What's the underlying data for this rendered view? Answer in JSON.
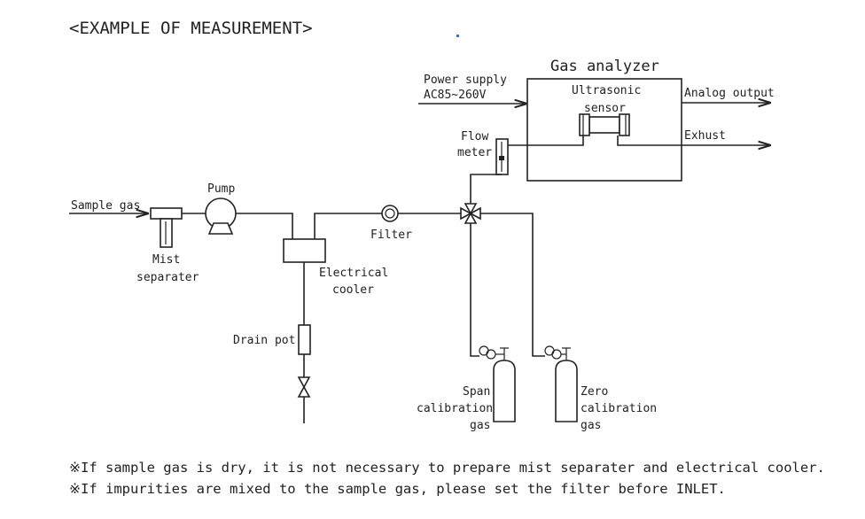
{
  "title": "<EXAMPLE OF MEASUREMENT>",
  "labels": {
    "gas_analyzer": "Gas analyzer",
    "power_supply": "Power supply",
    "power_voltage": "AC85~260V",
    "ultrasonic": "Ultrasonic",
    "sensor": "sensor",
    "analog_output": "Analog output",
    "exhaust": "Exhust",
    "flow": "Flow",
    "meter": "meter",
    "sample_gas": "Sample gas",
    "pump": "Pump",
    "mist": "Mist",
    "separater": "separater",
    "filter": "Filter",
    "electrical": "Electrical",
    "cooler": "cooler",
    "drain_pot": "Drain pot",
    "span": "Span",
    "span_calibration": "calibration",
    "span_gas": "gas",
    "zero": "Zero",
    "zero_calibration": "calibration",
    "zero_gas": "gas"
  },
  "notes": [
    "※If sample gas is dry, it is not necessary to prepare mist separater and electrical cooler.",
    "※If impurities are mixed to the sample gas, please set the filter before INLET."
  ]
}
